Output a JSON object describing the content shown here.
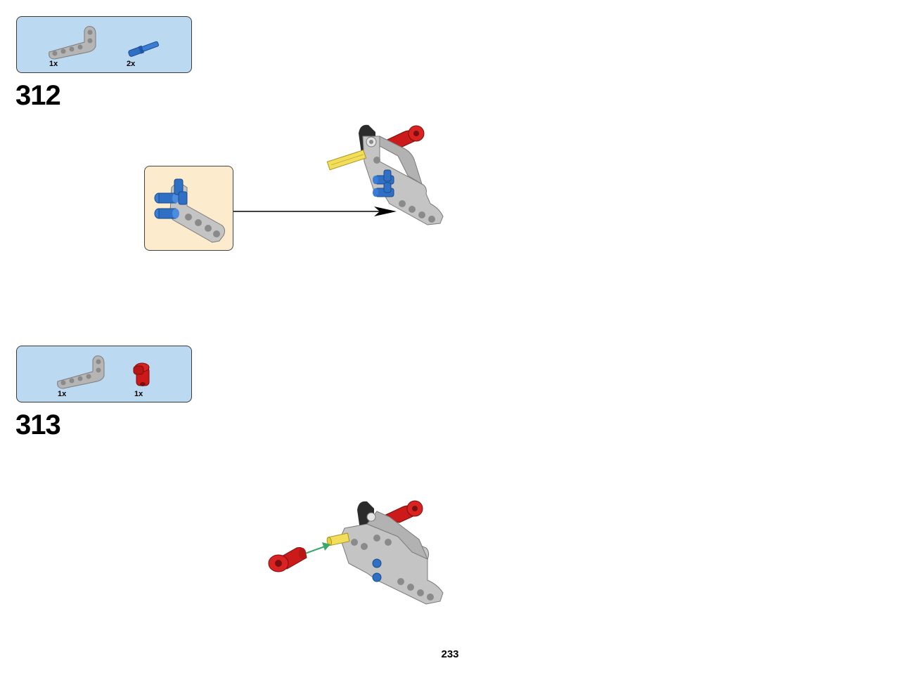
{
  "page": {
    "number": "233"
  },
  "steps": [
    {
      "number": "312",
      "parts": [
        {
          "icon": "gray-bent-beam-icon",
          "qty": "1x",
          "color": "#a9a9a9"
        },
        {
          "icon": "blue-axle-pin-icon",
          "qty": "2x",
          "color": "#2f6fc4"
        }
      ],
      "callout": {
        "icon": "submodel-beam-with-pins-icon",
        "bg": "#fcebcd"
      }
    },
    {
      "number": "313",
      "parts": [
        {
          "icon": "gray-bent-beam-icon",
          "qty": "1x",
          "color": "#a9a9a9"
        },
        {
          "icon": "red-axle-connector-icon",
          "qty": "1x",
          "color": "#cc1a1a"
        }
      ]
    }
  ],
  "colors": {
    "parts_box_bg": "#bcd9f2",
    "callout_bg": "#fcebcd",
    "beam": "#b8b8b8",
    "red": "#cc1a1a",
    "blue": "#2f6fc4",
    "yellow": "#f2de5a",
    "arrow_green": "#3aa86a"
  }
}
